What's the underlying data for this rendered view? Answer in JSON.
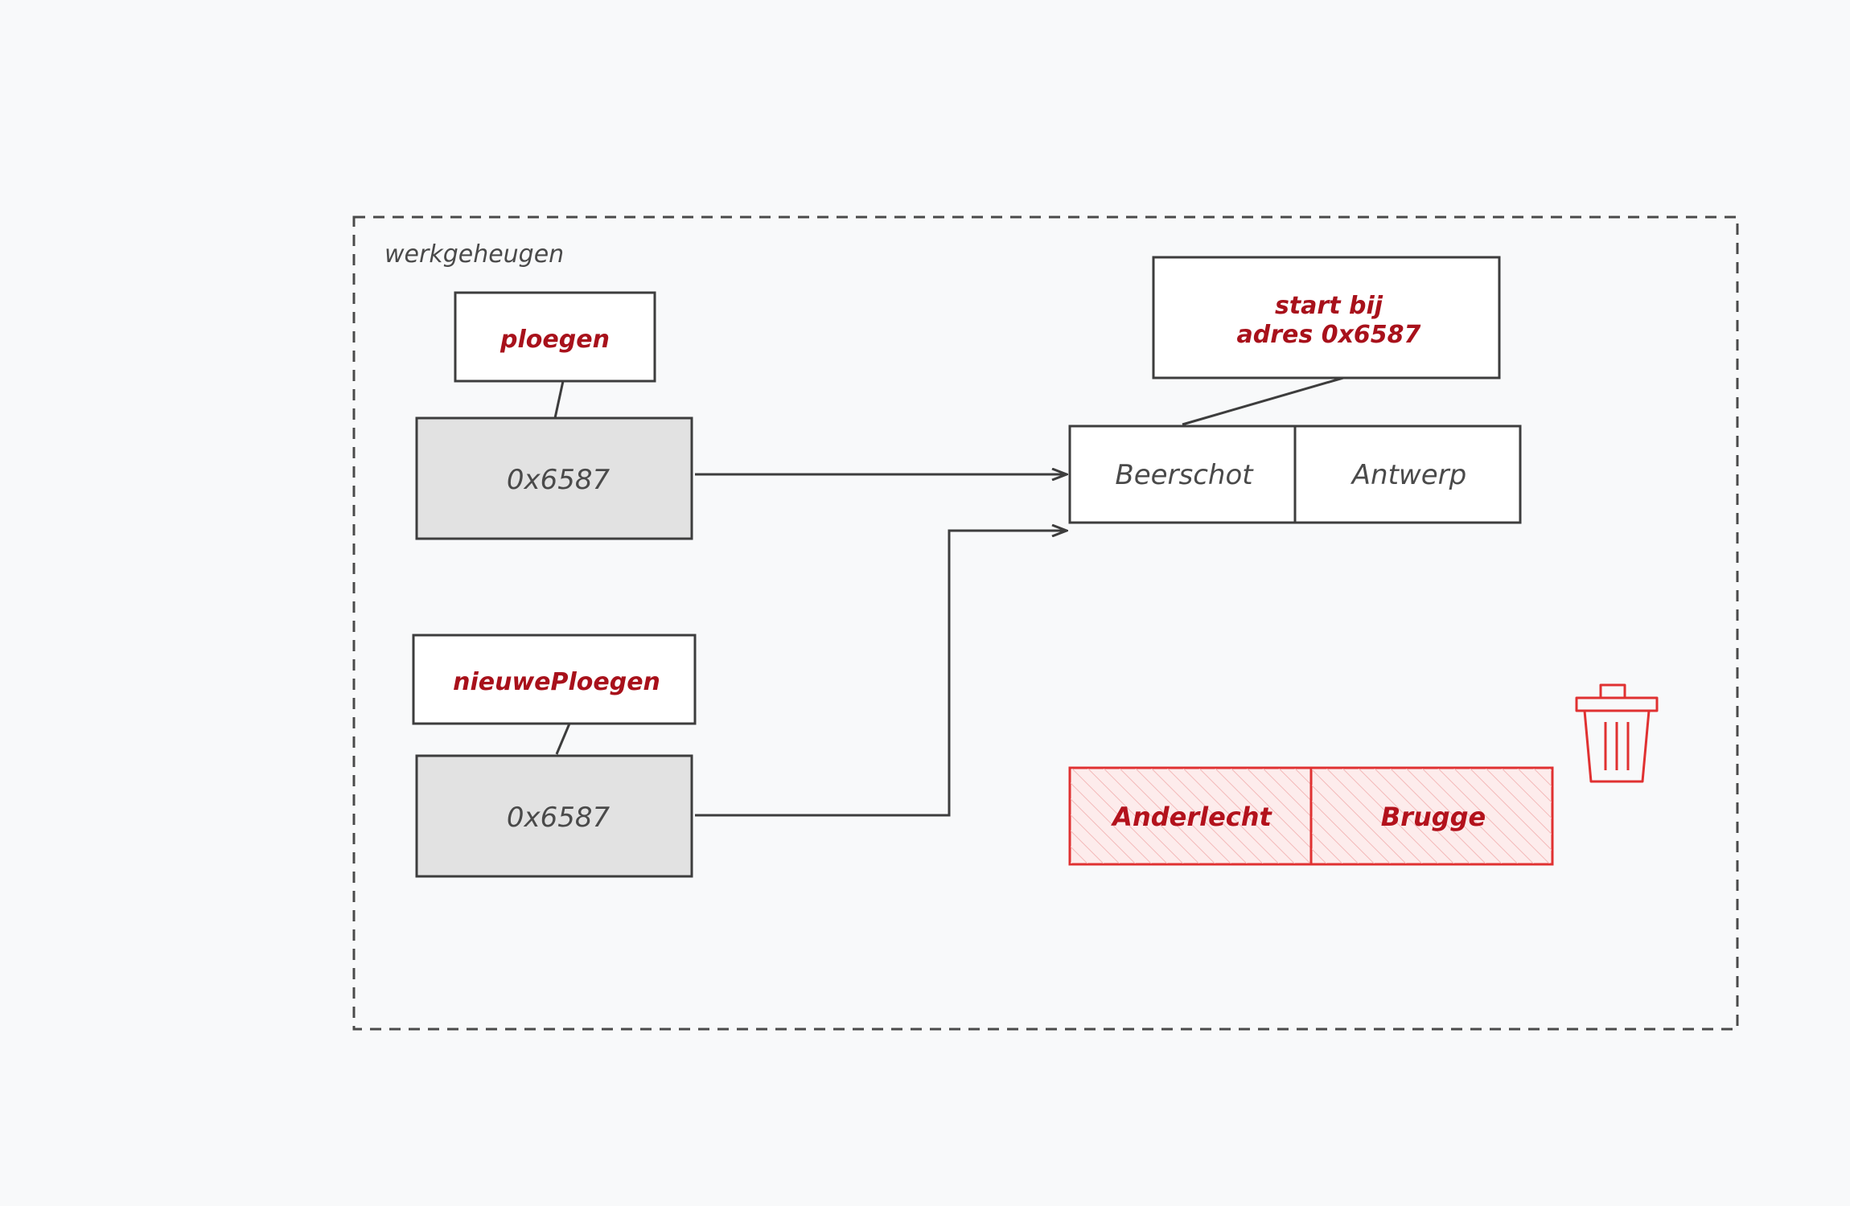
{
  "area_label": "werkgeheugen",
  "var1": {
    "name": "ploegen",
    "value": "0x6587"
  },
  "var2": {
    "name": "nieuwePloegen",
    "value": "0x6587"
  },
  "note": {
    "line1": "start bij",
    "line2": "adres 0x6587"
  },
  "array_live": {
    "items": [
      "Beerschot",
      "Antwerp"
    ]
  },
  "array_garbage": {
    "items": [
      "Anderlecht",
      "Brugge"
    ]
  },
  "icons": {
    "trash": "trash-icon"
  },
  "colors": {
    "stroke": "#3d3d3d",
    "pointer_fill": "#e2e2e2",
    "name_text": "#a8111b",
    "garbage": "#e03131",
    "garbage_fill": "#fdecec"
  }
}
